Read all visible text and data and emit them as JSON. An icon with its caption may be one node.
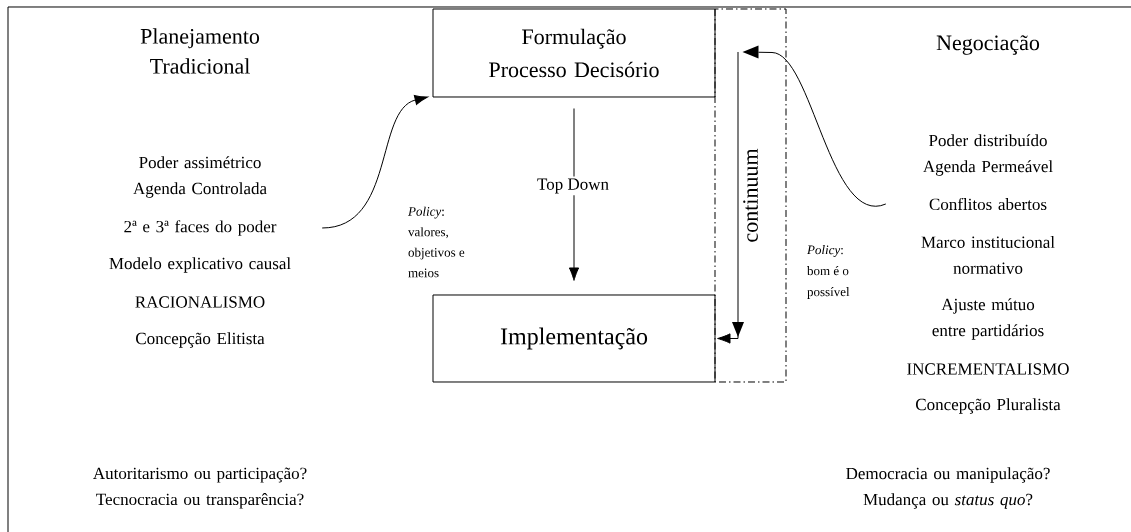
{
  "diagram": {
    "nodes": [
      {
        "text": [
          "Formulação Processo Decisório"
        ]
      },
      {
        "text": [
          "Implementação"
        ]
      },
      {
        "text": [
          "continuum"
        ]
      },
      {
        "text": [
          "2ª e 3ª faces do poder"
        ]
      },
      {
        "text": [
          "Conflitos abertos"
        ]
      }
    ],
    "edges": [
      {
        "from": 3,
        "to": 0,
        "arrow": "to"
      },
      {
        "from": 0,
        "to": 1,
        "arrow": "to",
        "label": "Top Down"
      },
      {
        "from": 4,
        "to": 2,
        "arrow": "to"
      },
      {
        "from": 2,
        "to": 1,
        "arrow": "to"
      }
    ],
    "labels": [
      "Planejamento Tradicional",
      "Poder assimétrico Agenda Controlada",
      "Modelo explicativo causal",
      "RACIONALISMO",
      "Concepção Elitista",
      "*Policy*: valores, objetivos e meios",
      "Negociação",
      "Poder distribuído Agenda Permeável",
      "Marco institucional normativo",
      "Ajuste mútuo entre partidários",
      "INCREMENTALISMO",
      "Concepção Pluralista",
      "*Policy*: bom é o possível",
      "Autoritarismo ou participação? Tecnocracia ou transparência?",
      "Democracia ou manipulação? Mudança ou *status quo*?"
    ]
  }
}
